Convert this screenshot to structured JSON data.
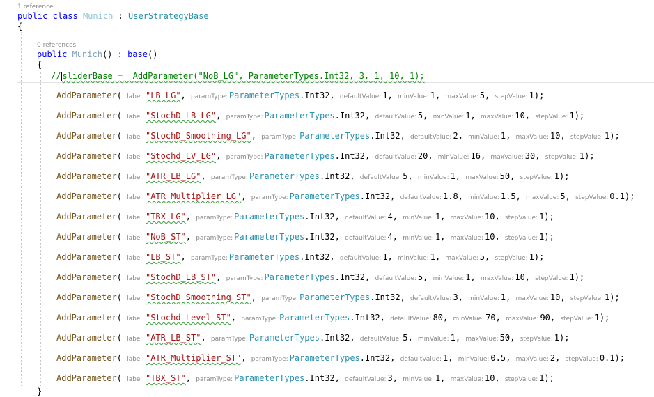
{
  "editor": {
    "class_refs": "1 reference",
    "class_decl": {
      "public": "public",
      "class": "class",
      "name": "Munich",
      "colon": " : ",
      "base": "UserStrategyBase"
    },
    "open_brace": "{",
    "ctor_refs": "0 references",
    "ctor_decl": {
      "public": "public",
      "name": "Munich",
      "args": "() : ",
      "base": "base",
      "tail": "()"
    },
    "comment_prefix": "//",
    "comment_body": "sliderBase =  AddParameter(\"NoB_LG\", ParameterTypes.Int32, 3, 1, 10, 1);",
    "close_brace": "}",
    "method": "AddParameter",
    "enum_type": "ParameterTypes",
    "enum_member": ".Int32,",
    "hints": {
      "label": "label:",
      "paramType": "paramType:",
      "defaultValue": "defaultValue:",
      "minValue": "minValue:",
      "maxValue": "maxValue:",
      "stepValue": "stepValue:"
    },
    "calls": [
      {
        "label": "\"LB_LG\"",
        "default": "1",
        "min": "1",
        "max": "5",
        "step": "1"
      },
      {
        "label": "\"StochD_LB_LG\"",
        "default": "5",
        "min": "1",
        "max": "10",
        "step": "1"
      },
      {
        "label": "\"StochD_Smoothing_LG\"",
        "default": "2",
        "min": "1",
        "max": "10",
        "step": "1"
      },
      {
        "label": "\"Stochd_LV_LG\"",
        "default": "20",
        "min": "16",
        "max": "30",
        "step": "1"
      },
      {
        "label": "\"ATR_LB_LG\"",
        "default": "5",
        "min": "1",
        "max": "50",
        "step": "1"
      },
      {
        "label": "\"ATR_Multiplier_LG\"",
        "default": "1.8",
        "min": "1.5",
        "max": "5",
        "step": "0.1"
      },
      {
        "label": "\"TBX_LG\"",
        "default": "4",
        "min": "1",
        "max": "10",
        "step": "1"
      },
      {
        "label": "\"NoB_ST\"",
        "default": "4",
        "min": "1",
        "max": "10",
        "step": "1"
      },
      {
        "label": "\"LB_ST\"",
        "default": "1",
        "min": "1",
        "max": "5",
        "step": "1"
      },
      {
        "label": "\"StochD_LB_ST\"",
        "default": "5",
        "min": "1",
        "max": "10",
        "step": "1"
      },
      {
        "label": "\"StochD_Smoothing_ST\"",
        "default": "3",
        "min": "1",
        "max": "10",
        "step": "1"
      },
      {
        "label": "\"Stochd_Level_ST\"",
        "default": "80",
        "min": "70",
        "max": "90",
        "step": "1"
      },
      {
        "label": "\"ATR_LB_ST\"",
        "default": "5",
        "min": "1",
        "max": "50",
        "step": "1"
      },
      {
        "label": "\"ATR_Multiplier_ST\"",
        "default": "1",
        "min": "0.5",
        "max": "2",
        "step": "0.1"
      },
      {
        "label": "\"TBX_ST\"",
        "default": "3",
        "min": "1",
        "max": "10",
        "step": "1"
      }
    ],
    "colors": {
      "keyword": "#0000ff",
      "type": "#2b91af",
      "string": "#a31515",
      "comment": "#008000",
      "method": "#74531f",
      "hint": "#8a8a8a"
    }
  }
}
